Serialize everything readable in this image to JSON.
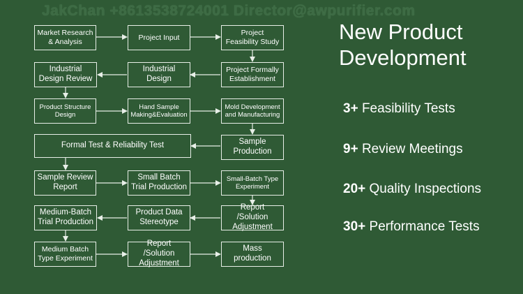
{
  "watermark": "JakChan +8613538724001 Director@awpurifier.com",
  "title": {
    "line1": "New Product",
    "line2": "Development"
  },
  "stats": [
    {
      "num": "3+",
      "label": "Feasibility Tests"
    },
    {
      "num": "9+",
      "label": "Review Meetings"
    },
    {
      "num": "20+",
      "label": "Quality Inspections"
    },
    {
      "num": "30+",
      "label": "Performance Tests"
    }
  ],
  "steps": {
    "market_research": "Market Research\n& Analysis",
    "project_input": "Project Input",
    "project_feasibility": "Project\nFeasibility Study",
    "industrial_design_review": "Industrial\nDesign Review",
    "industrial_design": "Industrial\nDesign",
    "project_establishment": "Project Formally\nEstablishment",
    "product_structure": "Product Structure\nDesign",
    "hand_sample": "Hand Sample\nMaking&Evaluation",
    "mold_development": "Mold Development\nand Manufacturing",
    "formal_test": "Formal Test & Reliability Test",
    "sample_production": "Sample\nProduction",
    "sample_review": "Sample Review\nReport",
    "small_batch_trial": "Small Batch\nTrial Production",
    "small_batch_experiment": "Small-Batch Type\nExperiment",
    "medium_batch_trial": "Medium-Batch\nTrial Production",
    "product_data": "Product Data\nStereotype",
    "report_solution_1": "Report /Solution\nAdjustment",
    "medium_batch_experiment": "Medium Batch\nType Experiment",
    "report_solution_2": "Report /Solution\nAdjustment",
    "mass_production": "Mass\nproduction"
  }
}
